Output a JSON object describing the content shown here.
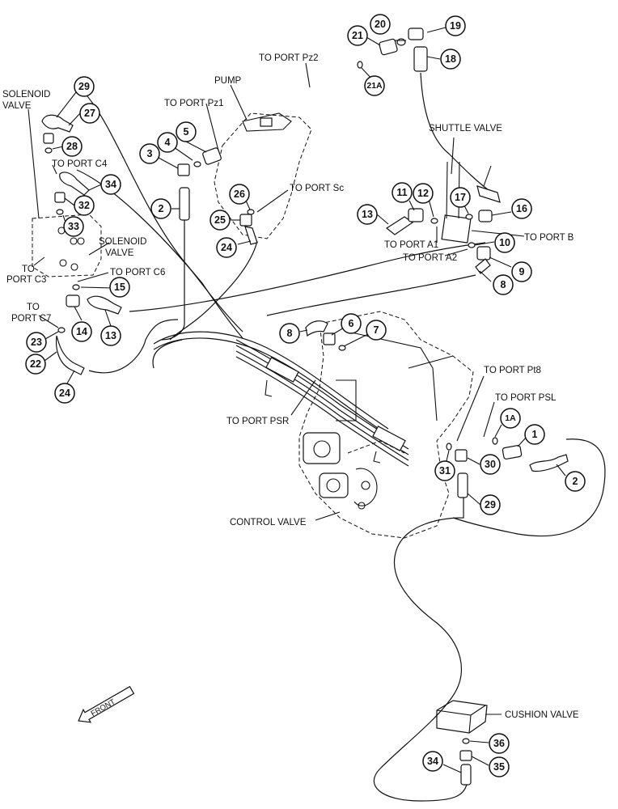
{
  "labels": {
    "solenoid_valve_top": [
      "SOLENOID",
      "VALVE"
    ],
    "solenoid_valve_mid": [
      "SOLENOID",
      "VALVE"
    ],
    "pump": "PUMP",
    "to_port_pz2": "TO PORT Pz2",
    "to_port_pz1": "TO PORT Pz1",
    "to_port_c4": "TO PORT C4",
    "to_port_sc": "TO PORT Sc",
    "shuttle_valve": "SHUTTLE VALVE",
    "to_port_b": "TO PORT B",
    "to_port_a1": "TO PORT A1",
    "to_port_a2": "TO PORT A2",
    "to_port_c3": [
      "TO",
      "PORT C3"
    ],
    "to_port_c6": "TO PORT C6",
    "to_port_c7": [
      "TO",
      "PORT C7"
    ],
    "to_port_psr": "TO PORT PSR",
    "to_port_pt8": "TO PORT Pt8",
    "to_port_psl": "TO PORT PSL",
    "control_valve": "CONTROL VALVE",
    "cushion_valve": "CUSHION VALVE",
    "front": "FRONT"
  },
  "callouts": [
    "20",
    "19",
    "21",
    "18",
    "21A",
    "29",
    "27",
    "28",
    "34",
    "32",
    "33",
    "5",
    "4",
    "3",
    "2",
    "26",
    "25",
    "24",
    "13",
    "11",
    "12",
    "17",
    "16",
    "10",
    "9",
    "8",
    "15",
    "14",
    "13",
    "23",
    "22",
    "24",
    "8",
    "6",
    "7",
    "1A",
    "1",
    "2",
    "31",
    "30",
    "29",
    "36",
    "35",
    "34"
  ]
}
